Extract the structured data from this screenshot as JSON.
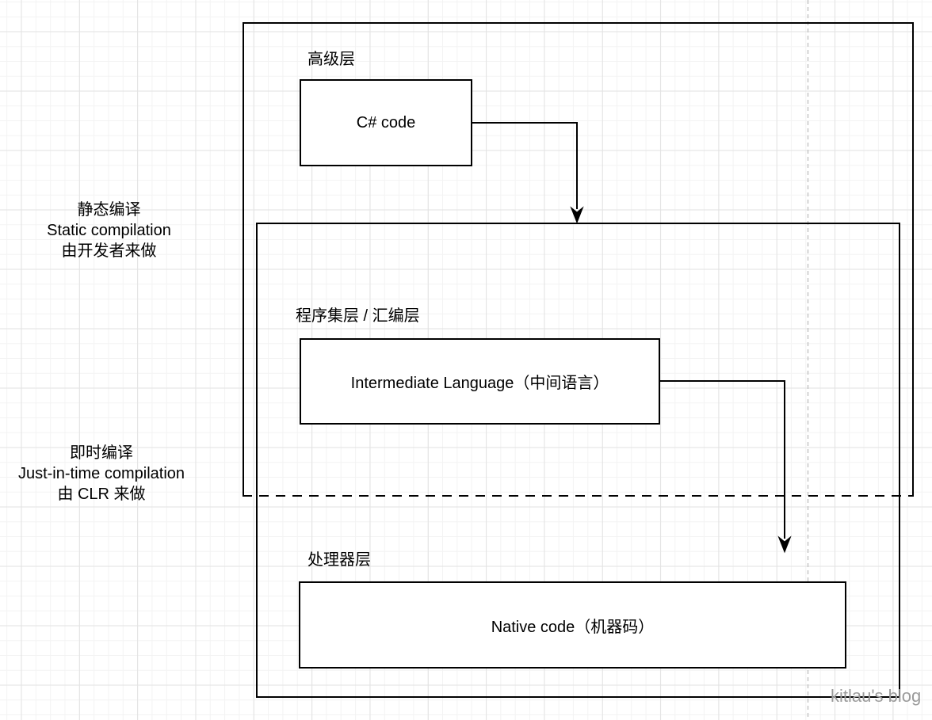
{
  "diagram": {
    "layers": {
      "high": {
        "label": "高级层",
        "box_text": "C# code"
      },
      "assembly": {
        "label": "程序集层 / 汇编层",
        "box_text": "Intermediate Language（中间语言）"
      },
      "processor": {
        "label": "处理器层",
        "box_text": "Native code（机器码）"
      }
    },
    "annotations": {
      "static_compilation": {
        "lines": [
          "静态编译",
          "Static compilation",
          "由开发者来做"
        ]
      },
      "jit_compilation": {
        "lines": [
          "即时编译",
          "Just-in-time compilation",
          "由 CLR 来做"
        ]
      }
    },
    "watermark": "kitlau's blog",
    "colors": {
      "shape_stroke": "#000000",
      "grid_minor": "#f3f3f3",
      "grid_major": "#e2e2e2",
      "page_guide": "#c2c2c2",
      "watermark": "#9b9b9b"
    }
  }
}
